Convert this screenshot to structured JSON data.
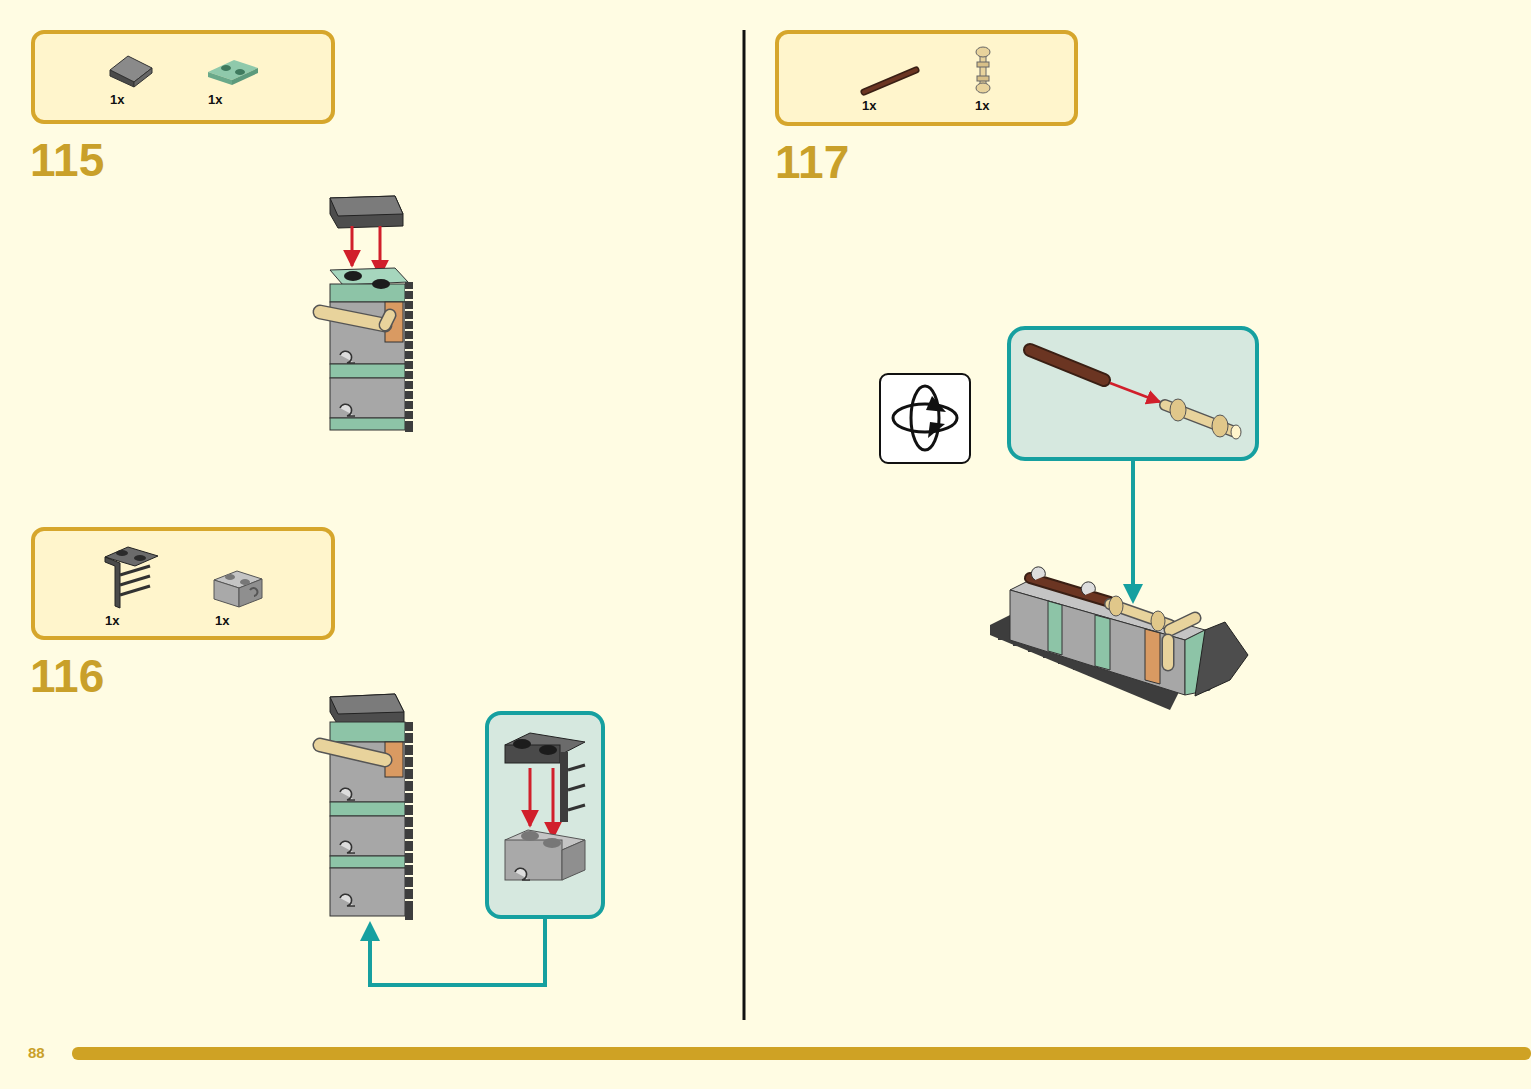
{
  "diagram": {
    "nodes": [
      {
        "text": [
          "1x",
          "1x"
        ]
      },
      {
        "text": [
          "1x",
          "1x"
        ]
      },
      {
        "text": [
          "1x",
          "1x"
        ]
      }
    ],
    "labels": [
      "115",
      "116",
      "117",
      "88"
    ]
  }
}
